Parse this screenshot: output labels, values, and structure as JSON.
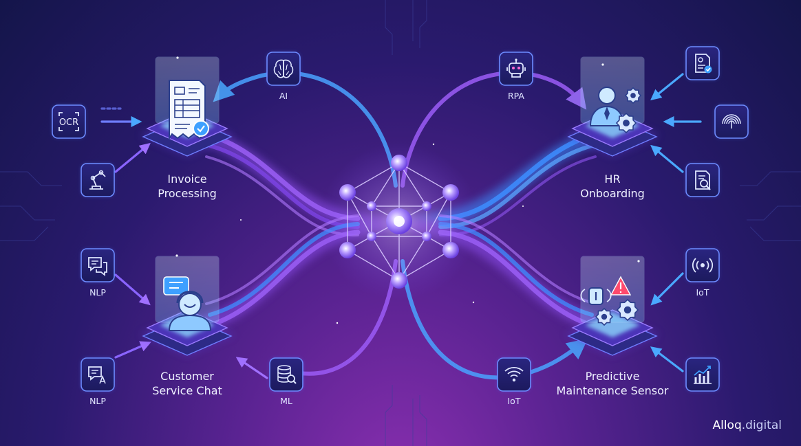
{
  "processes": [
    {
      "id": "invoice",
      "line1": "Invoice",
      "line2": "Processing",
      "icon": "invoice-icon"
    },
    {
      "id": "hr",
      "line1": "HR",
      "line2": "Onboarding",
      "icon": "employee-gear-icon"
    },
    {
      "id": "chat",
      "line1": "Customer",
      "line2": "Service Chat",
      "icon": "support-agent-icon"
    },
    {
      "id": "maint",
      "line1": "Predictive",
      "line2": "Maintenance Sensor",
      "icon": "sensor-warning-gear-icon"
    }
  ],
  "technologies": [
    {
      "id": "ocr",
      "label": "OCR",
      "icon": "ocr-scan-icon"
    },
    {
      "id": "robot-arm",
      "label": "",
      "icon": "robot-arm-icon"
    },
    {
      "id": "ai",
      "label": "AI",
      "icon": "brain-icon"
    },
    {
      "id": "rpa",
      "label": "RPA",
      "icon": "robot-icon"
    },
    {
      "id": "doc-check",
      "label": "",
      "icon": "document-check-icon"
    },
    {
      "id": "fingerprint",
      "label": "",
      "icon": "fingerprint-icon"
    },
    {
      "id": "doc-search",
      "label": "",
      "icon": "document-search-icon"
    },
    {
      "id": "nlp1",
      "label": "NLP",
      "icon": "chat-bubbles-icon"
    },
    {
      "id": "nlp2",
      "label": "NLP",
      "icon": "translate-chat-icon"
    },
    {
      "id": "ml",
      "label": "ML",
      "icon": "database-search-icon"
    },
    {
      "id": "iot-right",
      "label": "IoT",
      "icon": "signal-icon"
    },
    {
      "id": "iot-bottom",
      "label": "IoT",
      "icon": "wireless-sensor-icon"
    },
    {
      "id": "analytics",
      "label": "",
      "icon": "bar-chart-trend-icon"
    }
  ],
  "hub": {
    "icon": "network-hub-icon"
  },
  "brand": {
    "name": "Alloq",
    "suffix": ".digital"
  },
  "colors": {
    "purple": "#9b5cf6",
    "blue": "#3ea0ff",
    "glow": "#c9b8ff",
    "bg": "#1a1450"
  }
}
